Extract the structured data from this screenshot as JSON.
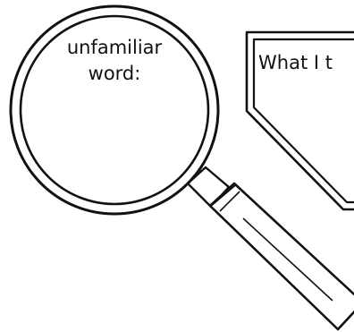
{
  "magnifier": {
    "line1": "unfamiliar",
    "line2": "word:"
  },
  "note_box": {
    "label": "What I t"
  },
  "colors": {
    "ink": "#111111",
    "paper": "#ffffff"
  },
  "icons": {
    "magnifier": "magnifying-glass-icon"
  }
}
